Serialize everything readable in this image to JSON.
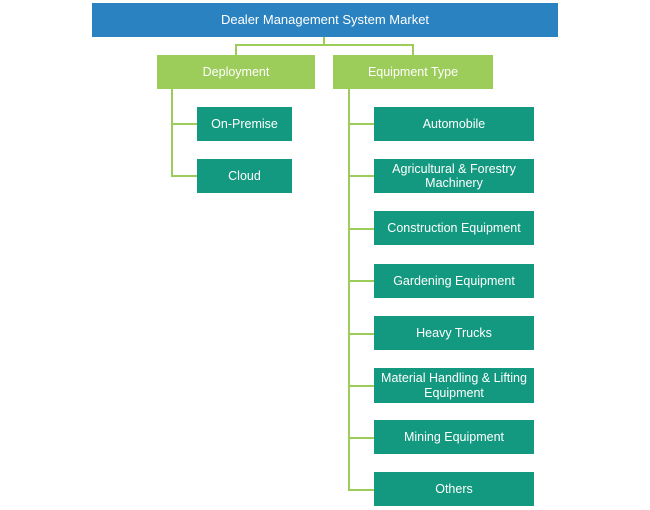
{
  "diagram": {
    "root": "Dealer Management System Market",
    "categories": [
      {
        "label": "Deployment",
        "items": [
          "On-Premise",
          "Cloud"
        ]
      },
      {
        "label": "Equipment Type",
        "items": [
          "Automobile",
          "Agricultural & Forestry Machinery",
          "Construction Equipment",
          "Gardening Equipment",
          "Heavy Trucks",
          "Material Handling & Lifting Equipment",
          "Mining Equipment",
          "Others"
        ]
      }
    ]
  },
  "colors": {
    "root": "#2a82c0",
    "category": "#9ccc59",
    "leaf": "#13997f",
    "connector": "#9ccc59"
  }
}
